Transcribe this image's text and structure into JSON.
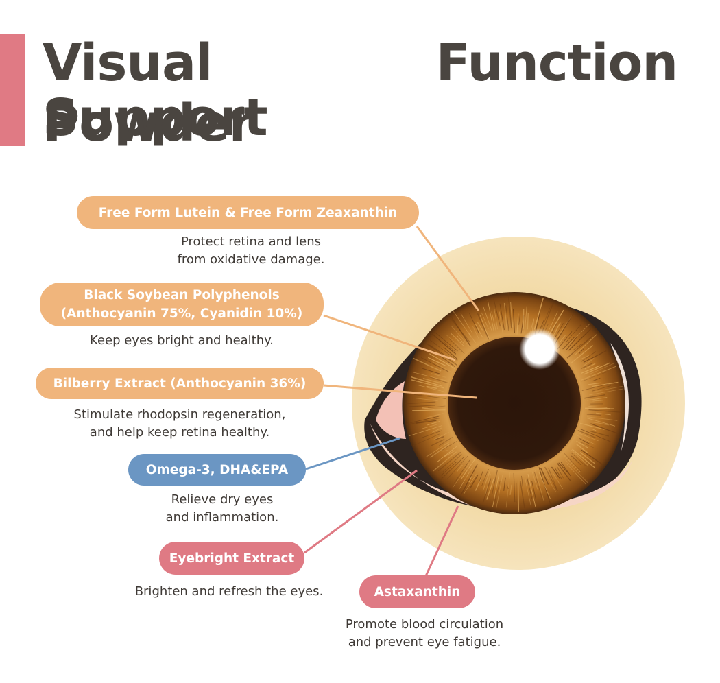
{
  "title": {
    "line1": "Visual Function Support",
    "line2": "Powder"
  },
  "colors": {
    "accent_bar": "#e07a84",
    "orange_pill": "#f0b57c",
    "blue_pill": "#6b96c3",
    "pink_pill": "#df7a84",
    "iris": "#b06a1e",
    "pupil": "#2a160c",
    "halo": "#f3dfae"
  },
  "ingredients": [
    {
      "label": [
        "Free Form Lutein & Free Form Zeaxanthin"
      ],
      "desc": [
        "Protect retina and lens",
        "from oxidative damage."
      ]
    },
    {
      "label": [
        "Black Soybean Polyphenols",
        "(Anthocyanin 75%, Cyanidin 10%)"
      ],
      "desc": [
        "Keep eyes bright and healthy."
      ]
    },
    {
      "label": [
        "Bilberry Extract (Anthocyanin 36%)"
      ],
      "desc": [
        "Stimulate rhodopsin regeneration,",
        "and help keep retina healthy."
      ]
    },
    {
      "label": [
        "Omega-3, DHA&EPA"
      ],
      "desc": [
        "Relieve dry eyes",
        "and inflammation."
      ]
    },
    {
      "label": [
        "Eyebright Extract"
      ],
      "desc": [
        "Brighten and refresh the eyes."
      ]
    },
    {
      "label": [
        "Astaxanthin"
      ],
      "desc": [
        "Promote blood circulation",
        "and prevent eye fatigue."
      ]
    }
  ]
}
